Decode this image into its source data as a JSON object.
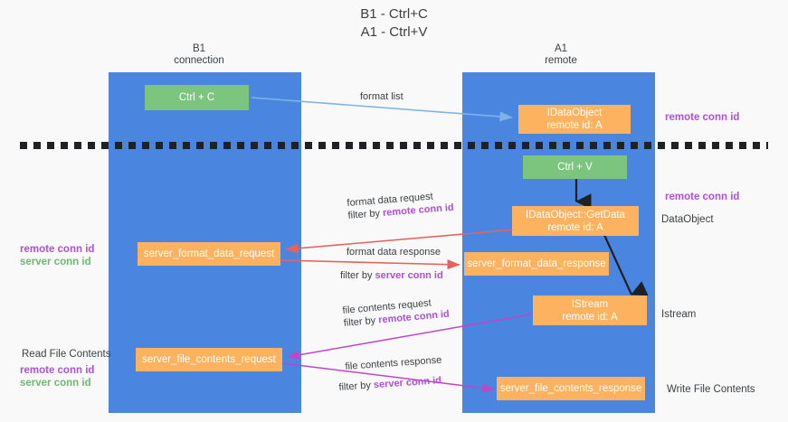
{
  "title_lines": [
    "B1 - Ctrl+C",
    "A1 - Ctrl+V"
  ],
  "columns": [
    {
      "id": "b1",
      "name": "B1",
      "sub": "connection",
      "color": "#4a86e0"
    },
    {
      "id": "a1",
      "name": "A1",
      "sub": "remote",
      "color": "#4a86e0"
    }
  ],
  "colors": {
    "lane": "#4a86e0",
    "green_box": "#7cc57f",
    "orange_box": "#fcb25e",
    "purple": "#b04fd8",
    "green_text": "#6fb86f",
    "arrow_blue": "#7fb3e8",
    "arrow_red": "#e8625c",
    "arrow_magenta": "#c244c9",
    "arrow_black": "#202124",
    "divider": "#202124",
    "background": "#f9f9fa"
  },
  "nodes": {
    "ctrl_c": {
      "label": "Ctrl + C"
    },
    "idataobject": {
      "line1": "IDataObject",
      "line2": "remote id: A"
    },
    "ctrl_v": {
      "label": "Ctrl + V"
    },
    "getdata": {
      "line1": "IDataObject::GetData",
      "line2": "remote id: A"
    },
    "server_format_data_request": {
      "label": "server_format_data_request"
    },
    "server_format_data_response": {
      "label": "server_format_data_response"
    },
    "istream": {
      "line1": "IStream",
      "line2": "remote id: A"
    },
    "server_file_contents_request": {
      "label": "server_file_contents_request"
    },
    "server_file_contents_response": {
      "label": "server_file_contents_response"
    }
  },
  "arrow_labels": {
    "format_list": "format list",
    "format_data_request": "format data request",
    "format_data_request_filter_prefix": "filter by ",
    "format_data_request_filter_key": "remote conn id",
    "format_data_response": "format data response",
    "format_data_response_filter_prefix": "filter by ",
    "format_data_response_filter_key": "server conn id",
    "file_contents_request": "file contents request",
    "file_contents_request_filter_prefix": "filter by ",
    "file_contents_request_filter_key": "remote conn id",
    "file_contents_response": "file contents response",
    "file_contents_response_filter_prefix": "filter by ",
    "file_contents_response_filter_key": "server conn id"
  },
  "side_notes": {
    "right_remote_conn_id_top": "remote conn id",
    "right_remote_conn_id_mid": "remote conn id",
    "right_dataobject": "DataObject",
    "right_istream": "Istream",
    "right_write_file_contents": "Write File Contents",
    "left_remote_conn_id_mid": "remote conn id",
    "left_server_conn_id_mid": "server conn id",
    "left_read_file_contents": "Read File Contents",
    "left_remote_conn_id_bottom": "remote conn id",
    "left_server_conn_id_bottom": "server conn id"
  }
}
